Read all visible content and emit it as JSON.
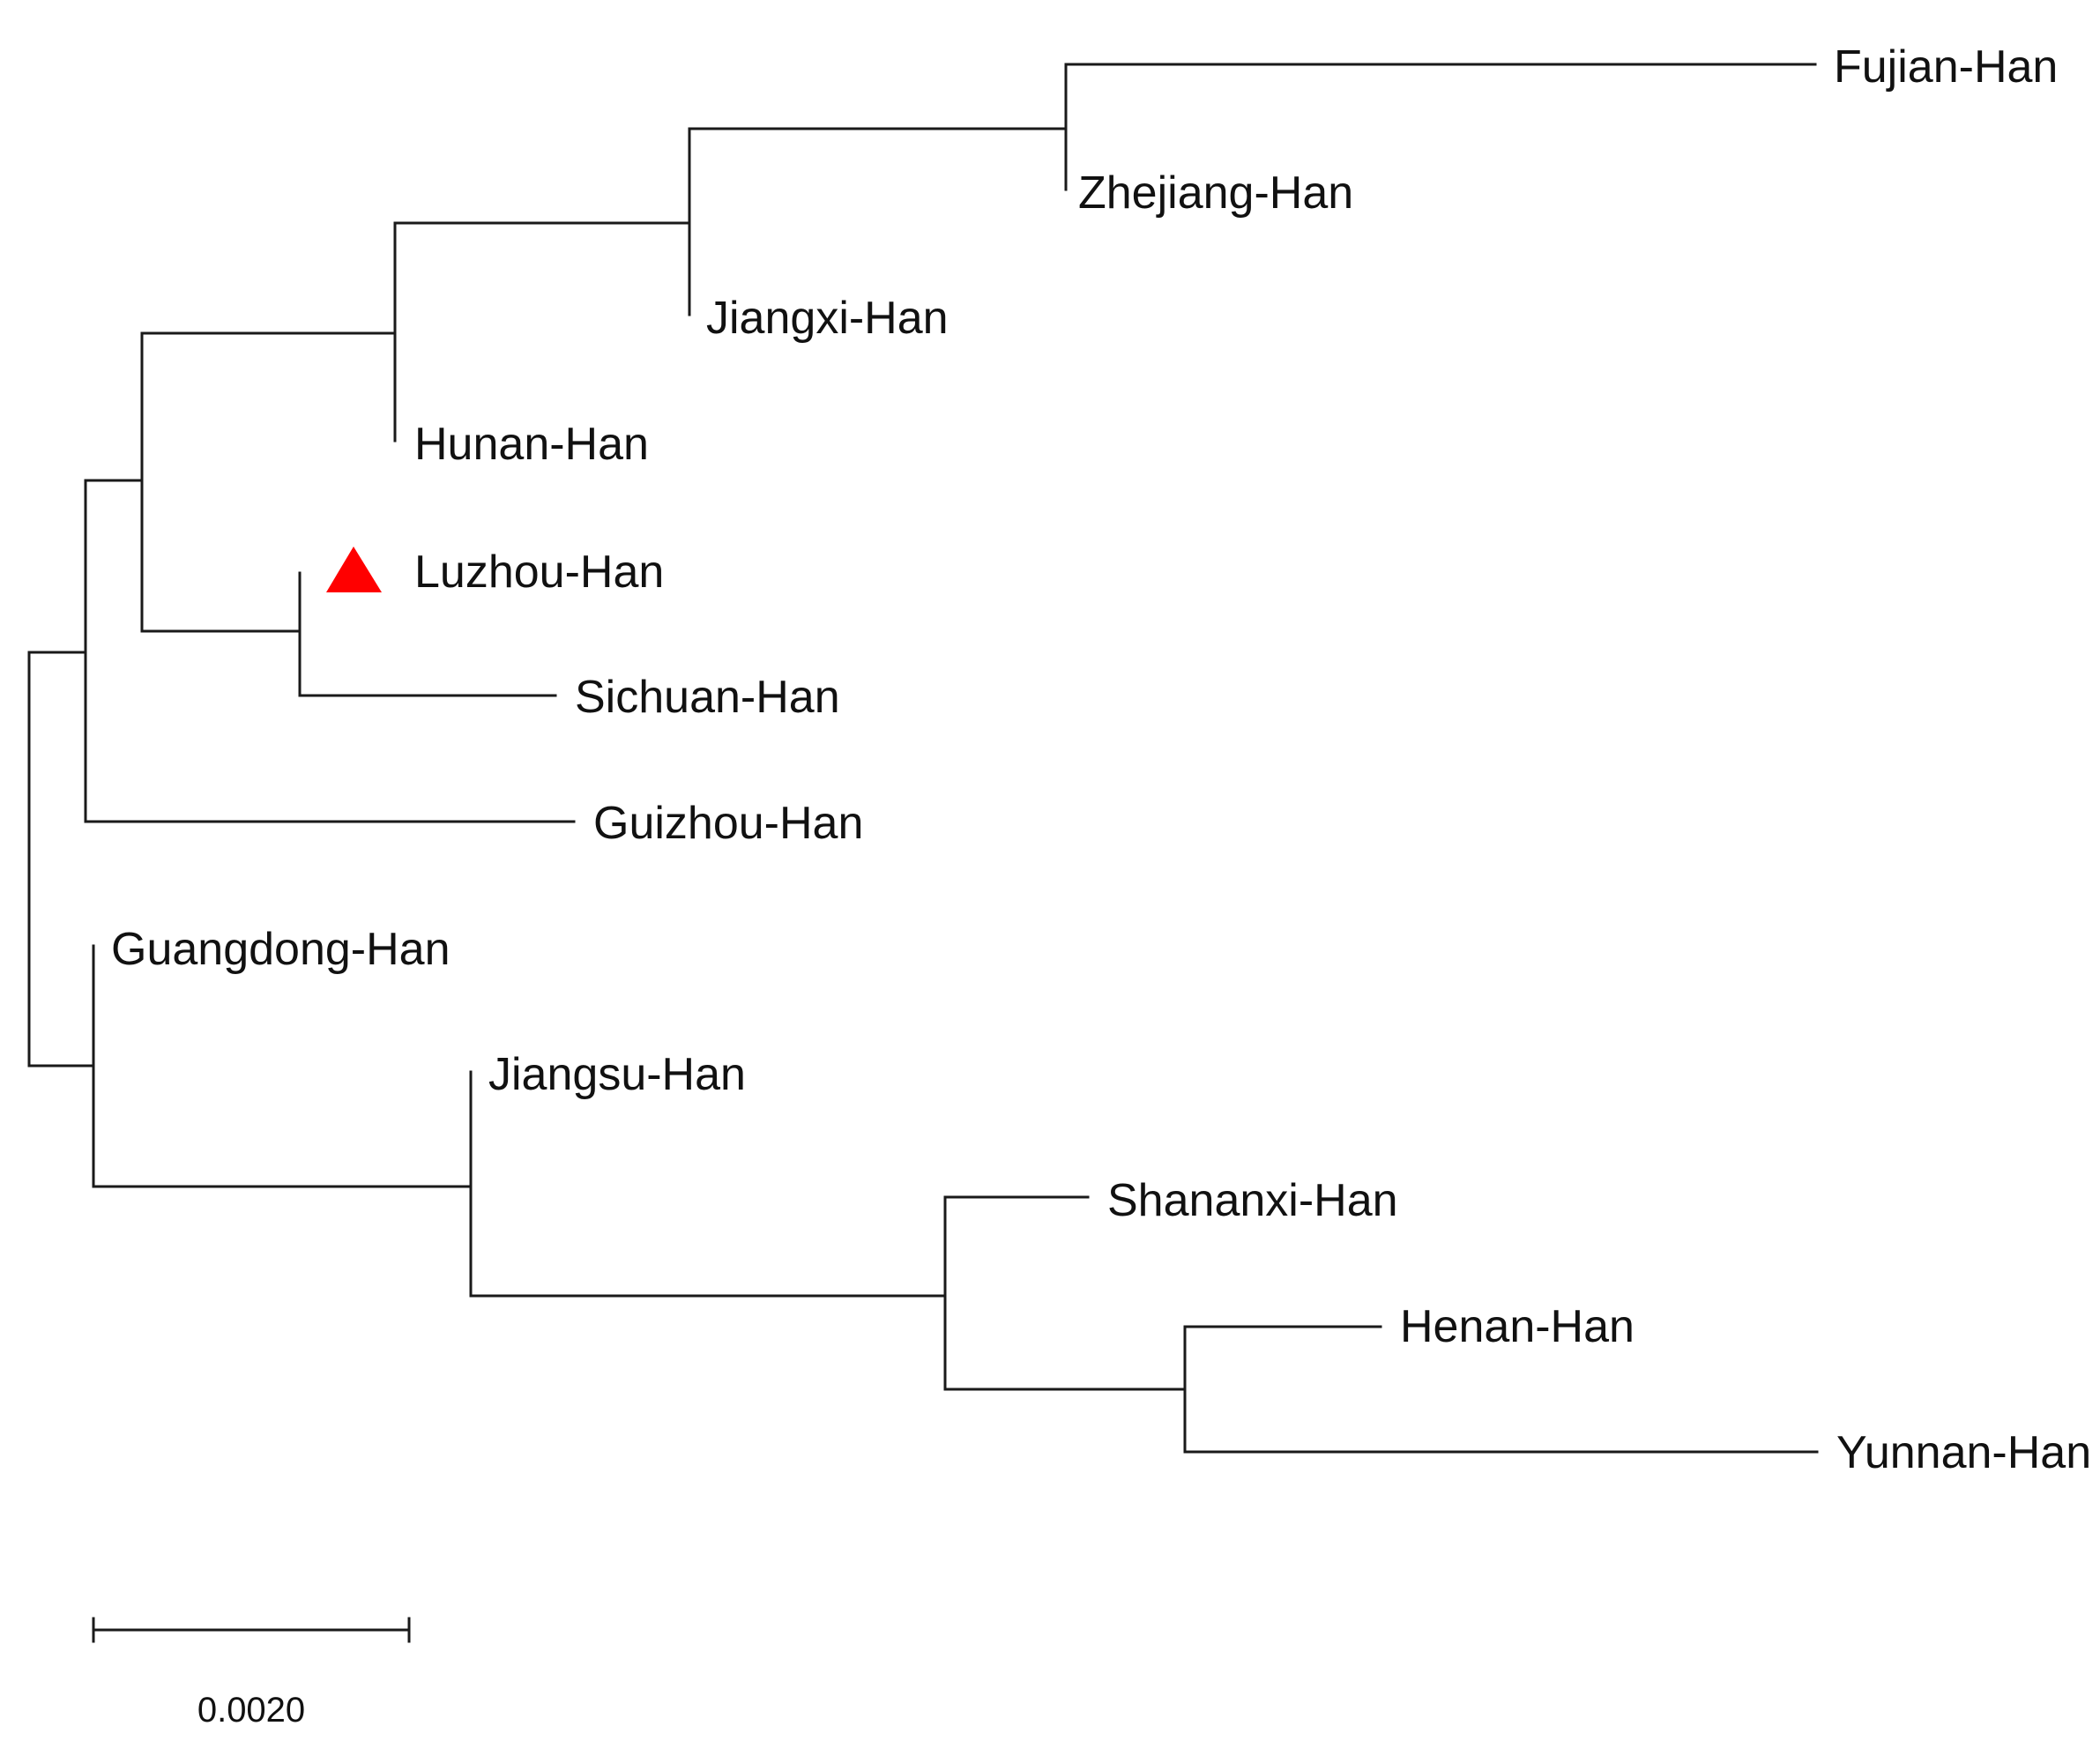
{
  "tree": {
    "leaves": [
      {
        "id": "fujian",
        "label": "Fujian-Han",
        "marker": null
      },
      {
        "id": "zhejiang",
        "label": "Zhejiang-Han",
        "marker": null
      },
      {
        "id": "jiangxi",
        "label": "Jiangxi-Han",
        "marker": null
      },
      {
        "id": "hunan",
        "label": "Hunan-Han",
        "marker": null
      },
      {
        "id": "luzhou",
        "label": "Luzhou-Han",
        "marker": "triangle"
      },
      {
        "id": "sichuan",
        "label": "Sichuan-Han",
        "marker": null
      },
      {
        "id": "guizhou",
        "label": "Guizhou-Han",
        "marker": null
      },
      {
        "id": "guangdong",
        "label": "Guangdong-Han",
        "marker": null
      },
      {
        "id": "jiangsu",
        "label": "Jiangsu-Han",
        "marker": null
      },
      {
        "id": "shananxi",
        "label": "Shananxi-Han",
        "marker": null
      },
      {
        "id": "henan",
        "label": "Henan-Han",
        "marker": null
      },
      {
        "id": "yunnan",
        "label": "Yunnan-Han",
        "marker": null
      }
    ],
    "marker_color": "#ff0000",
    "scale_bar": {
      "label": "0.0020",
      "length": 0.002
    }
  }
}
